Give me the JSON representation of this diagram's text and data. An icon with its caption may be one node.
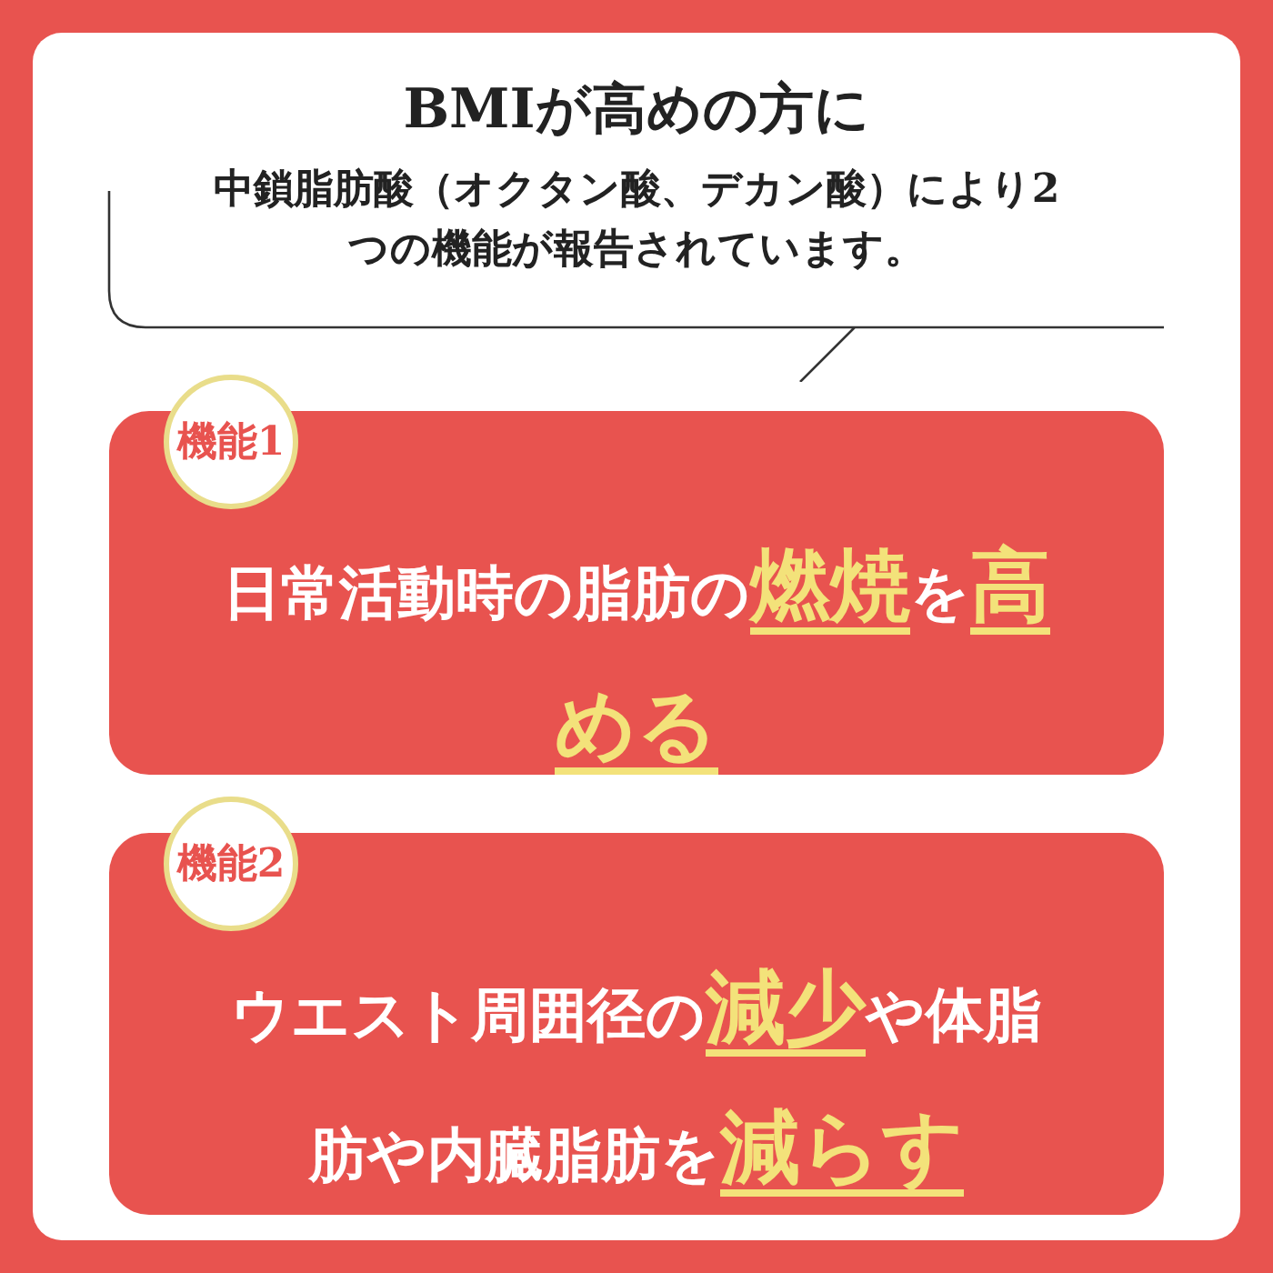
{
  "diagram": {
    "nodes": [
      {
        "text": [
          "BMIが高めの方に",
          "中鎖脂肪酸（オクタン酸、デカン酸）により2つの機能が報告されています。"
        ]
      },
      {
        "text": [
          "機能1"
        ]
      },
      {
        "text": [
          "日常活動時の脂肪の**燃焼**を**高める**"
        ]
      },
      {
        "text": [
          "機能2"
        ]
      },
      {
        "text": [
          "ウエスト周囲径の**減少**や体脂肪や内臓脂肪を**減らす**"
        ]
      }
    ],
    "edges": []
  }
}
